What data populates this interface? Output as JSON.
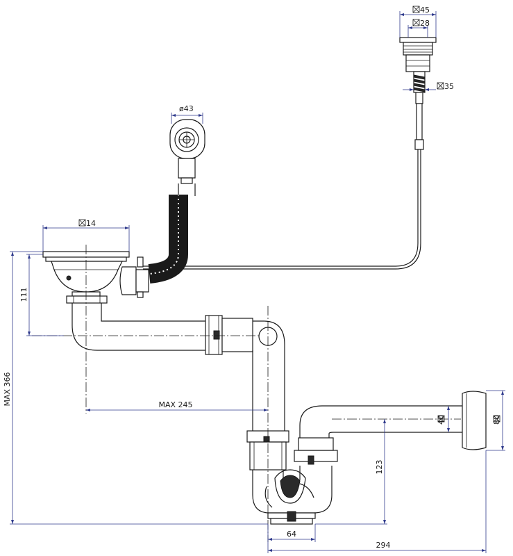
{
  "dimensions": {
    "sq45": "45",
    "sq28": "28",
    "sq35": "35",
    "dia43": "ø43",
    "sq14": "14",
    "d111": "111",
    "max366": "MAX 366",
    "max245": "MAX 245",
    "sq40": "40",
    "sq80": "80",
    "d123": "123",
    "d64": "64",
    "d294": "294"
  }
}
